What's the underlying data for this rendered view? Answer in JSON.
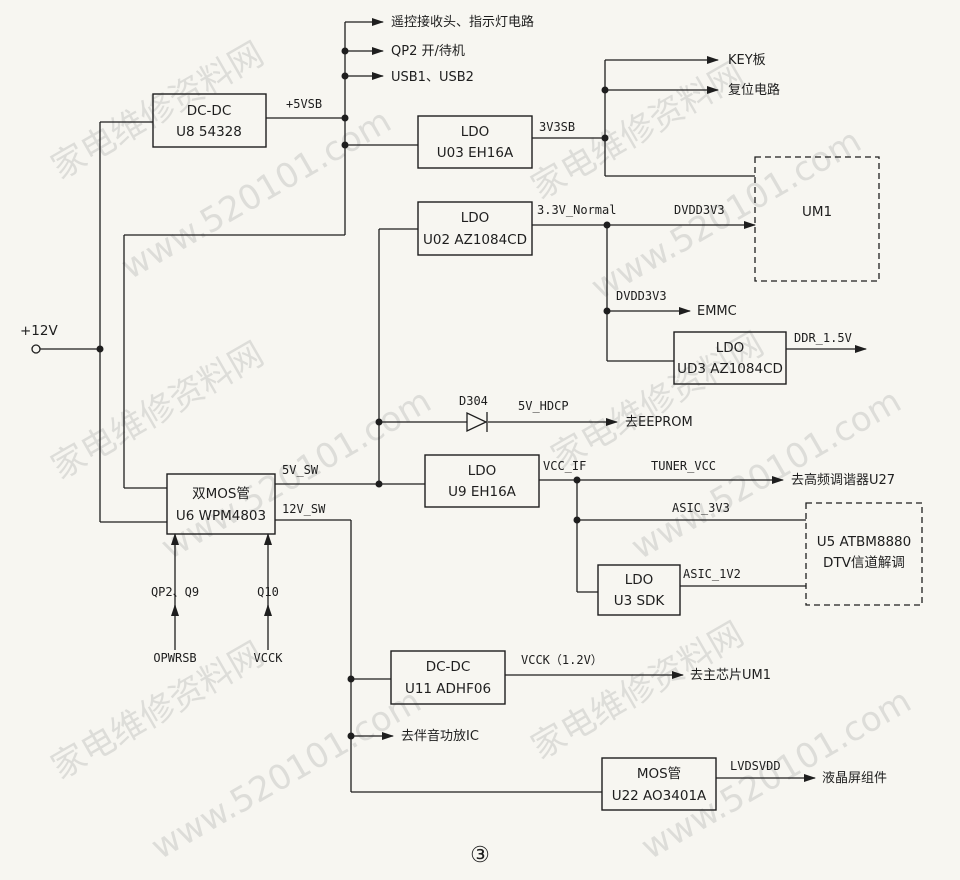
{
  "watermark": {
    "text_cn": "家电维修资料网",
    "text_url": "www.520101.com"
  },
  "input": {
    "label": "+12V"
  },
  "blocks": {
    "u8": {
      "line1": "DC-DC",
      "line2": "U8 54328"
    },
    "u03": {
      "line1": "LDO",
      "line2": "U03 EH16A"
    },
    "u02": {
      "line1": "LDO",
      "line2": "U02 AZ1084CD"
    },
    "ud3": {
      "line1": "LDO",
      "line2": "UD3 AZ1084CD"
    },
    "u6": {
      "line1": "双MOS管",
      "line2": "U6 WPM4803"
    },
    "u9": {
      "line1": "LDO",
      "line2": "U9 EH16A"
    },
    "u3": {
      "line1": "LDO",
      "line2": "U3 SDK"
    },
    "u11": {
      "line1": "DC-DC",
      "line2": "U11 ADHF06"
    },
    "u22": {
      "line1": "MOS管",
      "line2": "U22 AO3401A"
    },
    "um1": {
      "line1": "UM1"
    },
    "u5": {
      "line1": "U5 ATBM8880",
      "line2": "DTV信道解调"
    }
  },
  "nets": {
    "p5vsb": "+5VSB",
    "v3v3sb": "3V3SB",
    "v33normal": "3.3V_Normal",
    "dvdd3v3_a": "DVDD3V3",
    "dvdd3v3_b": "DVDD3V3",
    "ddr15": "DDR_1.5V",
    "v5hdcp": "5V_HDCP",
    "d304": "D304",
    "v5sw": "5V_SW",
    "v12sw": "12V_SW",
    "vccif": "VCC_IF",
    "tunervcc": "TUNER_VCC",
    "asic3v3": "ASIC_3V3",
    "asic1v2": "ASIC_1V2",
    "vcck12": "VCCK（1.2V）",
    "lvdsvdd": "LVDSVDD"
  },
  "destinations": {
    "remote": "遥控接收头、指示灯电路",
    "qp2": "QP2 开/待机",
    "usb": "USB1、USB2",
    "key": "KEY板",
    "reset": "复位电路",
    "emmc": "EMMC",
    "eeprom": "去EEPROM",
    "tuner": "去高频调谐器U27",
    "mainchip": "去主芯片UM1",
    "audio": "去伴音功放IC",
    "lcd": "液晶屏组件"
  },
  "controls": {
    "qp2q9": "QP2、Q9",
    "q10": "Q10",
    "opwrsb": "OPWRSB",
    "vcck": "VCCK"
  },
  "caption": "③"
}
